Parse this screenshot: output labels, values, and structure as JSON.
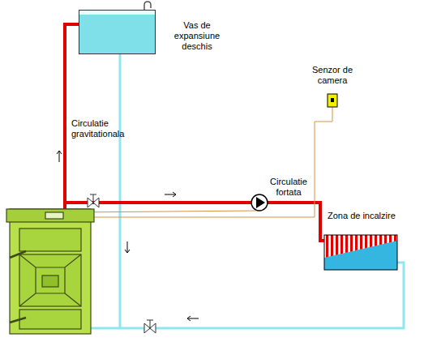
{
  "diagram": {
    "nodes": [
      {
        "text": [
          "Vas de expansiune deschis"
        ]
      },
      {
        "text": [
          "Senzor de camera"
        ]
      },
      {
        "text": [
          "Zona de incalzire"
        ]
      }
    ],
    "labels": [
      "Circulatie gravitationala",
      "Circulatie fortata"
    ]
  }
}
